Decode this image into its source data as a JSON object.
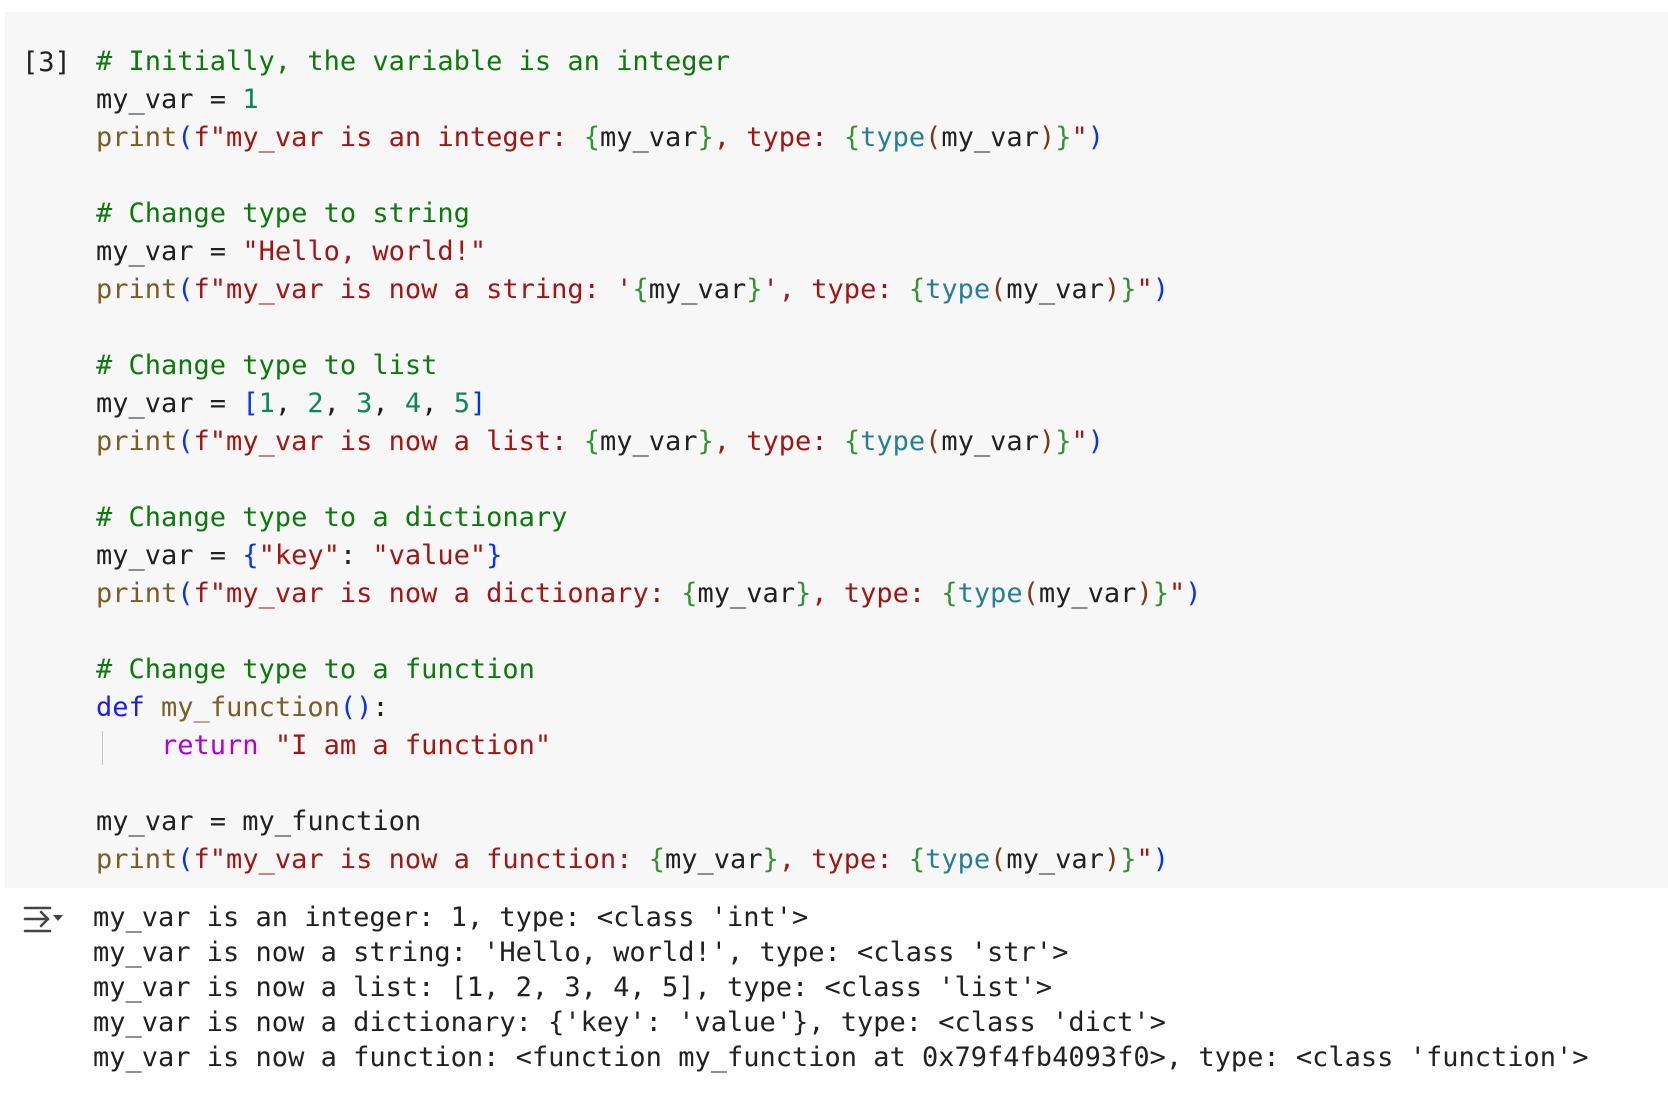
{
  "cell": {
    "execution_count": "[3]",
    "code_lines": [
      [
        {
          "t": "# Initially, the variable is an integer",
          "c": "cm"
        }
      ],
      [
        {
          "t": "my_var = ",
          "c": "var"
        },
        {
          "t": "1",
          "c": "nm"
        }
      ],
      [
        {
          "t": "print",
          "c": "fn"
        },
        {
          "t": "(",
          "c": "br1"
        },
        {
          "t": "f\"my_var is an integer: ",
          "c": "st"
        },
        {
          "t": "{",
          "c": "br2"
        },
        {
          "t": "my_var",
          "c": "var"
        },
        {
          "t": "}",
          "c": "br2"
        },
        {
          "t": ", type: ",
          "c": "st"
        },
        {
          "t": "{",
          "c": "br2"
        },
        {
          "t": "type",
          "c": "bi"
        },
        {
          "t": "(",
          "c": "br3"
        },
        {
          "t": "my_var",
          "c": "var"
        },
        {
          "t": ")",
          "c": "br3"
        },
        {
          "t": "}",
          "c": "br2"
        },
        {
          "t": "\"",
          "c": "st"
        },
        {
          "t": ")",
          "c": "br1"
        }
      ],
      [],
      [
        {
          "t": "# Change type to string",
          "c": "cm"
        }
      ],
      [
        {
          "t": "my_var = ",
          "c": "var"
        },
        {
          "t": "\"Hello, world!\"",
          "c": "st"
        }
      ],
      [
        {
          "t": "print",
          "c": "fn"
        },
        {
          "t": "(",
          "c": "br1"
        },
        {
          "t": "f\"my_var is now a string: '",
          "c": "st"
        },
        {
          "t": "{",
          "c": "br2"
        },
        {
          "t": "my_var",
          "c": "var"
        },
        {
          "t": "}",
          "c": "br2"
        },
        {
          "t": "', type: ",
          "c": "st"
        },
        {
          "t": "{",
          "c": "br2"
        },
        {
          "t": "type",
          "c": "bi"
        },
        {
          "t": "(",
          "c": "br3"
        },
        {
          "t": "my_var",
          "c": "var"
        },
        {
          "t": ")",
          "c": "br3"
        },
        {
          "t": "}",
          "c": "br2"
        },
        {
          "t": "\"",
          "c": "st"
        },
        {
          "t": ")",
          "c": "br1"
        }
      ],
      [],
      [
        {
          "t": "# Change type to list",
          "c": "cm"
        }
      ],
      [
        {
          "t": "my_var = ",
          "c": "var"
        },
        {
          "t": "[",
          "c": "br1"
        },
        {
          "t": "1",
          "c": "nm"
        },
        {
          "t": ", ",
          "c": "var"
        },
        {
          "t": "2",
          "c": "nm"
        },
        {
          "t": ", ",
          "c": "var"
        },
        {
          "t": "3",
          "c": "nm"
        },
        {
          "t": ", ",
          "c": "var"
        },
        {
          "t": "4",
          "c": "nm"
        },
        {
          "t": ", ",
          "c": "var"
        },
        {
          "t": "5",
          "c": "nm"
        },
        {
          "t": "]",
          "c": "br1"
        }
      ],
      [
        {
          "t": "print",
          "c": "fn"
        },
        {
          "t": "(",
          "c": "br1"
        },
        {
          "t": "f\"my_var is now a list: ",
          "c": "st"
        },
        {
          "t": "{",
          "c": "br2"
        },
        {
          "t": "my_var",
          "c": "var"
        },
        {
          "t": "}",
          "c": "br2"
        },
        {
          "t": ", type: ",
          "c": "st"
        },
        {
          "t": "{",
          "c": "br2"
        },
        {
          "t": "type",
          "c": "bi"
        },
        {
          "t": "(",
          "c": "br3"
        },
        {
          "t": "my_var",
          "c": "var"
        },
        {
          "t": ")",
          "c": "br3"
        },
        {
          "t": "}",
          "c": "br2"
        },
        {
          "t": "\"",
          "c": "st"
        },
        {
          "t": ")",
          "c": "br1"
        }
      ],
      [],
      [
        {
          "t": "# Change type to a dictionary",
          "c": "cm"
        }
      ],
      [
        {
          "t": "my_var = ",
          "c": "var"
        },
        {
          "t": "{",
          "c": "br1"
        },
        {
          "t": "\"key\"",
          "c": "st"
        },
        {
          "t": ": ",
          "c": "var"
        },
        {
          "t": "\"value\"",
          "c": "st"
        },
        {
          "t": "}",
          "c": "br1"
        }
      ],
      [
        {
          "t": "print",
          "c": "fn"
        },
        {
          "t": "(",
          "c": "br1"
        },
        {
          "t": "f\"my_var is now a dictionary: ",
          "c": "st"
        },
        {
          "t": "{",
          "c": "br2"
        },
        {
          "t": "my_var",
          "c": "var"
        },
        {
          "t": "}",
          "c": "br2"
        },
        {
          "t": ", type: ",
          "c": "st"
        },
        {
          "t": "{",
          "c": "br2"
        },
        {
          "t": "type",
          "c": "bi"
        },
        {
          "t": "(",
          "c": "br3"
        },
        {
          "t": "my_var",
          "c": "var"
        },
        {
          "t": ")",
          "c": "br3"
        },
        {
          "t": "}",
          "c": "br2"
        },
        {
          "t": "\"",
          "c": "st"
        },
        {
          "t": ")",
          "c": "br1"
        }
      ],
      [],
      [
        {
          "t": "# Change type to a function",
          "c": "cm"
        }
      ],
      [
        {
          "t": "def",
          "c": "kw"
        },
        {
          "t": " ",
          "c": "var"
        },
        {
          "t": "my_function",
          "c": "fn"
        },
        {
          "t": "()",
          "c": "br1"
        },
        {
          "t": ":",
          "c": "var"
        }
      ],
      [
        {
          "t": "    ",
          "c": "var"
        },
        {
          "t": "return",
          "c": "ctl"
        },
        {
          "t": " ",
          "c": "var"
        },
        {
          "t": "\"I am a function\"",
          "c": "st"
        }
      ],
      [],
      [
        {
          "t": "my_var = my_function",
          "c": "var"
        }
      ],
      [
        {
          "t": "print",
          "c": "fn"
        },
        {
          "t": "(",
          "c": "br1"
        },
        {
          "t": "f\"my_var is now a function: ",
          "c": "st"
        },
        {
          "t": "{",
          "c": "br2"
        },
        {
          "t": "my_var",
          "c": "var"
        },
        {
          "t": "}",
          "c": "br2"
        },
        {
          "t": ", type: ",
          "c": "st"
        },
        {
          "t": "{",
          "c": "br2"
        },
        {
          "t": "type",
          "c": "bi"
        },
        {
          "t": "(",
          "c": "br3"
        },
        {
          "t": "my_var",
          "c": "var"
        },
        {
          "t": ")",
          "c": "br3"
        },
        {
          "t": "}",
          "c": "br2"
        },
        {
          "t": "\"",
          "c": "st"
        },
        {
          "t": ")",
          "c": "br1"
        }
      ]
    ]
  },
  "output": {
    "icon": "output-toggle-icon",
    "lines": [
      "my_var is an integer: 1, type: <class 'int'>",
      "my_var is now a string: 'Hello, world!', type: <class 'str'>",
      "my_var is now a list: [1, 2, 3, 4, 5], type: <class 'list'>",
      "my_var is now a dictionary: {'key': 'value'}, type: <class 'dict'>",
      "my_var is now a function: <function my_function at 0x79f4fb4093f0>, type: <class 'function'>"
    ]
  }
}
